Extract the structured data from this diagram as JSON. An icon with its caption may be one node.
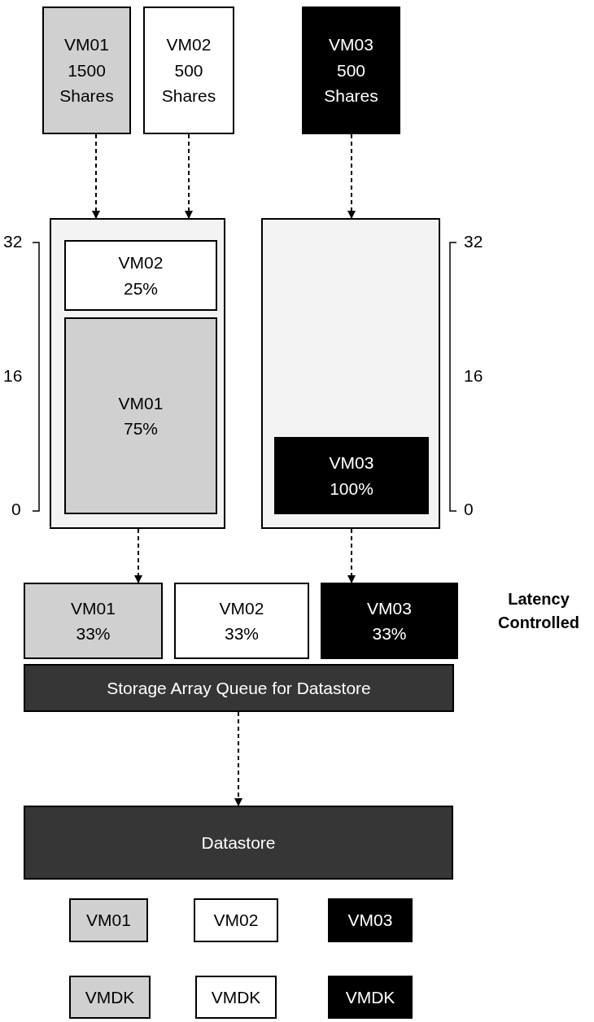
{
  "diagram": {
    "nodes": [
      {
        "text": [
          "VM01 1500 Shares"
        ]
      },
      {
        "text": [
          "VM02 500 Shares"
        ]
      },
      {
        "text": [
          "VM03 500 Shares"
        ]
      },
      {
        "text": [],
        "shape": "box"
      },
      {
        "text": [
          "VM02 25%"
        ],
        "in": 3
      },
      {
        "text": [
          "VM01 75%"
        ],
        "in": 3
      },
      {
        "text": [],
        "shape": "box"
      },
      {
        "text": [
          "VM03 100%"
        ],
        "in": 6
      },
      {
        "text": [
          "VM01 33%"
        ]
      },
      {
        "text": [
          "VM02 33%"
        ]
      },
      {
        "text": [
          "VM03 33%"
        ]
      },
      {
        "text": [
          "Storage Array Queue for Datastore"
        ]
      },
      {
        "text": [
          "Datastore"
        ]
      },
      {
        "text": [
          "VM01"
        ]
      },
      {
        "text": [
          "VM02"
        ]
      },
      {
        "text": [
          "VM03"
        ]
      },
      {
        "text": [
          "VMDK"
        ]
      },
      {
        "text": [
          "VMDK"
        ]
      },
      {
        "text": [
          "VMDK"
        ]
      }
    ],
    "edges": [
      {
        "from": 0,
        "to": 3,
        "arrow": "to"
      },
      {
        "from": 1,
        "to": 3,
        "arrow": "to"
      },
      {
        "from": 2,
        "to": 6,
        "arrow": "to"
      },
      {
        "from": 3,
        "to": 8,
        "arrow": "to"
      },
      {
        "from": 6,
        "to": 10,
        "arrow": "to"
      },
      {
        "from": 11,
        "to": 12,
        "arrow": "to"
      }
    ],
    "labels": [
      "32",
      "16",
      "0",
      "32",
      "16",
      "0",
      "Latency Controlled"
    ]
  }
}
